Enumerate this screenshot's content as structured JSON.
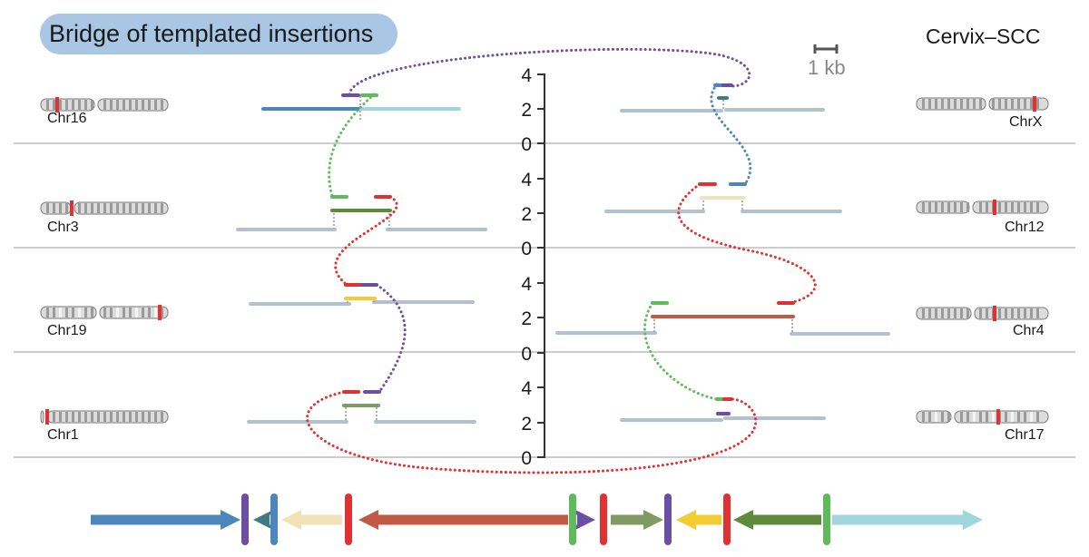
{
  "title": "Bridge of templated insertions",
  "sample": "Cervix–SCC",
  "scale_bar": "1 kb",
  "colors": {
    "blue": "#4d86bb",
    "teal": "#3f7b82",
    "cream": "#f1e2b8",
    "red": "#e03232",
    "brick": "#c05a45",
    "violet": "#6b4fa2",
    "green": "#5fba5a",
    "olive": "#7f9a62",
    "yellow": "#f3cc33",
    "darkgreen": "#5e8b3b",
    "lightcyan": "#9fd6dc",
    "grey": "#b3c0ce",
    "axis": "#333333"
  },
  "chart_data": {
    "type": "diagram",
    "axis": {
      "ticks": [
        "4",
        "2",
        "0"
      ]
    },
    "panels": [
      {
        "left": "Chr16",
        "right": "ChrX"
      },
      {
        "left": "Chr3",
        "right": "Chr12"
      },
      {
        "left": "Chr19",
        "right": "Chr4"
      },
      {
        "left": "Chr1",
        "right": "Chr17"
      }
    ],
    "bridge_order": [
      "blue",
      "teal",
      "cream",
      "brick",
      "olive",
      "yellow",
      "darkgreen",
      "lightcyan"
    ]
  }
}
